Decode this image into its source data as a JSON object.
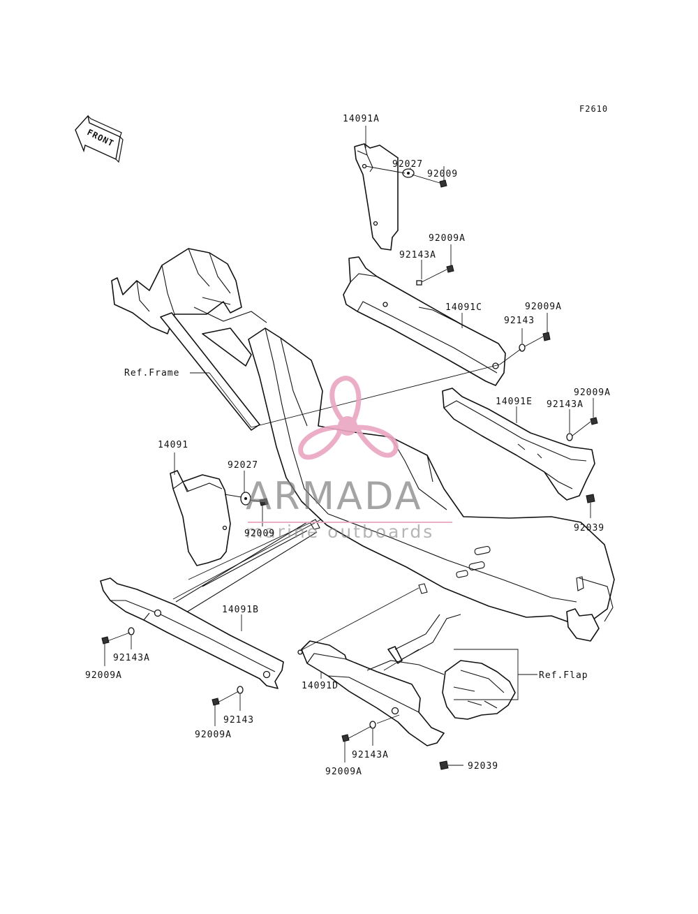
{
  "figure_code": "F2610",
  "front_arrow": {
    "label": "FRONT",
    "icon": "front-arrow-icon"
  },
  "parts": {
    "p14091A": "14091A",
    "p92027_top": "92027",
    "p92009_top": "92009",
    "p92009A_c": "92009A",
    "p92143A_c": "92143A",
    "p14091C": "14091C",
    "p92009A_c2": "92009A",
    "p92143_c": "92143",
    "p92009A_e": "92009A",
    "p14091E": "14091E",
    "p92143A_e": "92143A",
    "p92039_e": "92039",
    "p14091": "14091",
    "p92027_mid": "92027",
    "p92009_mid": "92009",
    "p14091B": "14091B",
    "p92143A_b": "92143A",
    "p92009A_b": "92009A",
    "p92143_b": "92143",
    "p92009A_b2": "92009A",
    "p14091D": "14091D",
    "p92143A_d": "92143A",
    "p92009A_d": "92009A",
    "p92039_d": "92039"
  },
  "references": {
    "frame": "Ref.Frame",
    "flap": "Ref.Flap"
  },
  "watermark": {
    "brand": "ARMADA",
    "tagline": "marine outboards",
    "logo_color": "#e9a6c0",
    "text_color": "#7a7a7a"
  }
}
